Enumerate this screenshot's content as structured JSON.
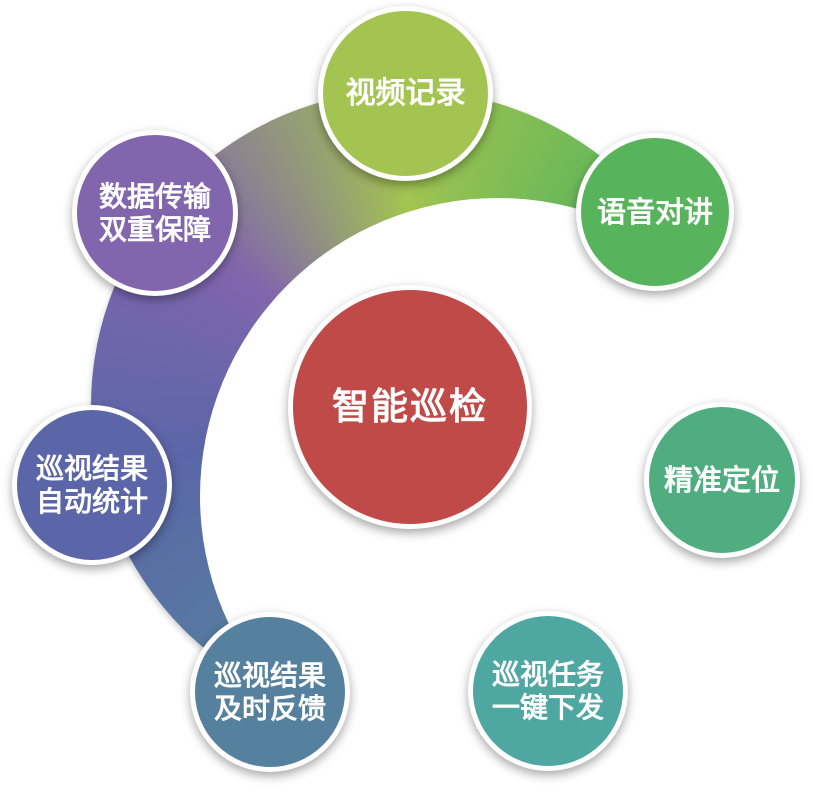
{
  "diagram": {
    "center": {
      "label": "智能巡检",
      "color": "#c04a48"
    },
    "nodes": [
      {
        "name": "video-recording",
        "label": "视频记录",
        "lines": [
          "视频记录"
        ],
        "color": "#a3c450",
        "angle": 0
      },
      {
        "name": "voice-intercom",
        "label": "语音对讲",
        "lines": [
          "语音对讲"
        ],
        "color": "#57b45c",
        "angle": 51.43
      },
      {
        "name": "precise-positioning",
        "label": "精准定位",
        "lines": [
          "精准定位"
        ],
        "color": "#50ad80",
        "angle": 102.86
      },
      {
        "name": "task-dispatch",
        "label": "巡视任务一键下发",
        "lines": [
          "巡视任务",
          "一键下发"
        ],
        "color": "#4fa7a2",
        "angle": 154.29
      },
      {
        "name": "result-feedback",
        "label": "巡视结果及时反馈",
        "lines": [
          "巡视结果",
          "及时反馈"
        ],
        "color": "#55809e",
        "angle": 205.71
      },
      {
        "name": "auto-statistics",
        "label": "巡视结果自动统计",
        "lines": [
          "巡视结果",
          "自动统计"
        ],
        "color": "#5a66a8",
        "angle": 257.14
      },
      {
        "name": "data-transmission",
        "label": "数据传输双重保障",
        "lines": [
          "数据传输",
          "双重保障"
        ],
        "color": "#8165ad",
        "angle": 308.57
      }
    ]
  }
}
